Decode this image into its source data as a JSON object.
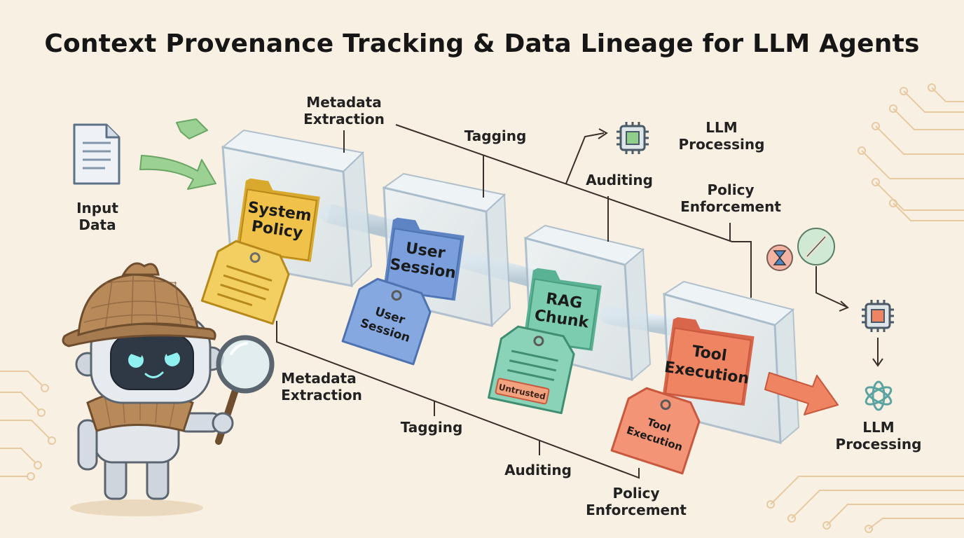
{
  "title": "Context Provenance Tracking & Data Lineage for LLM Agents",
  "input": {
    "line1": "Input",
    "line2": "Data"
  },
  "stages": [
    {
      "name": "system-policy",
      "line1": "System",
      "line2": "Policy",
      "color": "#f0c24a",
      "tag_color": "#f3cf62"
    },
    {
      "name": "user-session",
      "line1": "User",
      "line2": "Session",
      "color": "#7a9fdc",
      "tag_color": "#86a8e0"
    },
    {
      "name": "rag-chunk",
      "line1": "RAG",
      "line2": "Chunk",
      "color": "#7ccdb0",
      "tag_color": "#8bd3b8",
      "tag_badge": "Untrusted"
    },
    {
      "name": "tool-execution",
      "line1": "Tool",
      "line2": "Execution",
      "color": "#ef8463",
      "tag_color": "#f29475"
    }
  ],
  "top_labels": {
    "metadata_line1": "Metadata",
    "metadata_line2": "Extraction",
    "tagging": "Tagging",
    "auditing": "Auditing",
    "policy_line1": "Policy",
    "policy_line2": "Enforcement",
    "llm_line1": "LLM",
    "llm_line2": "Processing"
  },
  "bottom_labels": {
    "metadata_line1": "Metadata",
    "metadata_line2": "Extraction",
    "tagging": "Tagging",
    "auditing": "Auditing",
    "policy_line1": "Policy",
    "policy_line2": "Enforcement"
  },
  "output": {
    "line1": "LLM",
    "line2": "Processing"
  },
  "icons": [
    "document-icon",
    "chip-icon",
    "hourglass-icon",
    "wrench-icon",
    "openai-icon",
    "magnifying-glass-icon",
    "robot-detective"
  ],
  "colors": {
    "background": "#f8f1e3",
    "arrow_green": "#8fcf8a",
    "arrow_orange": "#ef8463"
  }
}
